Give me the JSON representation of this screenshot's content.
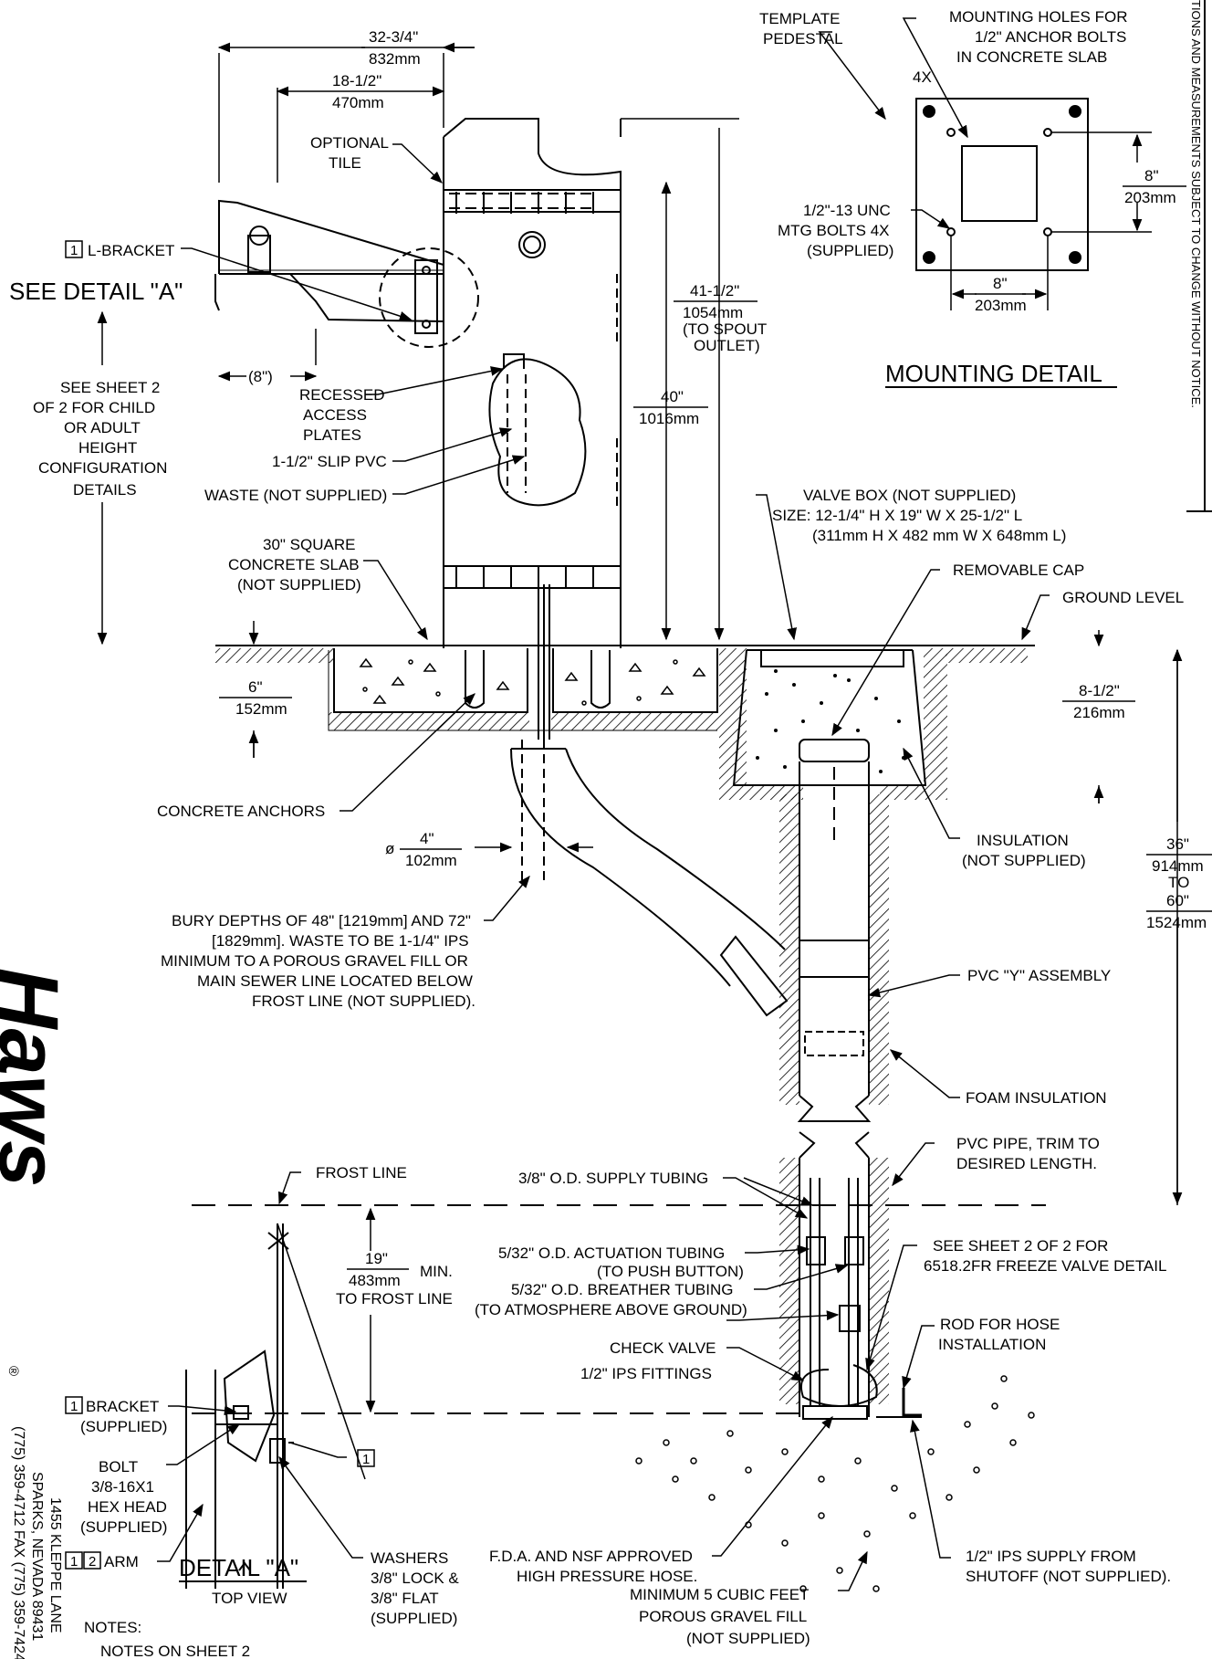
{
  "dimensions": {
    "overall_width_in": "32-3/4\"",
    "overall_width_mm": "832mm",
    "half_width_in": "18-1/2\"",
    "half_width_mm": "470mm",
    "bracket_offset": "(8\")",
    "spout_height_in": "41-1/2\"",
    "spout_height_mm": "1054mm",
    "spout_note_1": "(TO SPOUT",
    "spout_note_2": "OUTLET)",
    "top_height_in": "40\"",
    "top_height_mm": "1016mm",
    "slab_depth_in": "6\"",
    "slab_depth_mm": "152mm",
    "pipe_dia_symbol": "ø",
    "pipe_dia_in": "4\"",
    "pipe_dia_mm": "102mm",
    "box_depth_in": "8-1/2\"",
    "box_depth_mm": "216mm",
    "bury_min_in": "36\"",
    "bury_min_mm": "914mm",
    "bury_to": "TO",
    "bury_max_in": "60\"",
    "bury_max_mm": "1524mm",
    "frost_in": "19\"",
    "frost_mm": "483mm",
    "frost_min": "MIN.",
    "frost_to": "TO FROST LINE",
    "mount_v_in": "8\"",
    "mount_v_mm": "203mm",
    "mount_h_in": "8\"",
    "mount_h_mm": "203mm"
  },
  "labels": {
    "optional_tile_1": "OPTIONAL",
    "optional_tile_2": "TILE",
    "l_bracket_num": "1",
    "l_bracket": "L-BRACKET",
    "see_detail": "SEE DETAIL \"A\"",
    "see_sheet_1": "SEE SHEET 2",
    "see_sheet_2": "OF 2 FOR CHILD",
    "see_sheet_3": "OR ADULT",
    "see_sheet_4": "HEIGHT",
    "see_sheet_5": "CONFIGURATION",
    "see_sheet_6": "DETAILS",
    "recessed_1": "RECESSED",
    "recessed_2": "ACCESS",
    "recessed_3": "PLATES",
    "slip_pvc": "1-1/2\" SLIP PVC",
    "waste": "WASTE (NOT SUPPLIED)",
    "slab_1": "30\" SQUARE",
    "slab_2": "CONCRETE SLAB",
    "slab_3": "(NOT SUPPLIED)",
    "anchors": "CONCRETE ANCHORS",
    "bury_1": "BURY DEPTHS OF 48\" [1219mm] AND 72\"",
    "bury_2": "[1829mm].  WASTE TO BE 1-1/4\" IPS",
    "bury_3": "MINIMUM TO A POROUS GRAVEL FILL OR",
    "bury_4": "MAIN SEWER LINE LOCATED BELOW",
    "bury_5": "FROST LINE (NOT SUPPLIED).",
    "valve_box_1": "VALVE BOX (NOT SUPPLIED)",
    "valve_box_2": "SIZE: 12-1/4\" H X 19\" W X 25-1/2\" L",
    "valve_box_3": "(311mm H X 482 mm W X 648mm L)",
    "removable_cap": "REMOVABLE CAP",
    "ground_level": "GROUND LEVEL",
    "insulation_1": "INSULATION",
    "insulation_2": "(NOT SUPPLIED)",
    "pvc_y": "PVC \"Y\" ASSEMBLY",
    "foam": "FOAM INSULATION",
    "pvc_pipe_1": "PVC PIPE, TRIM TO",
    "pvc_pipe_2": "DESIRED LENGTH.",
    "frost_line": "FROST LINE",
    "supply_tubing": "3/8\" O.D. SUPPLY TUBING",
    "actuation_1": "5/32\" O.D. ACTUATION TUBING",
    "actuation_2": "(TO PUSH BUTTON)",
    "breather_1": "5/32\" O.D. BREATHER TUBING",
    "breather_2": "(TO ATMOSPHERE ABOVE GROUND)",
    "check_valve": "CHECK VALVE",
    "ips_fittings": "1/2\" IPS FITTINGS",
    "see_sheet_fr_1": "SEE SHEET 2 OF 2 FOR",
    "see_sheet_fr_2": "6518.2FR FREEZE VALVE DETAIL",
    "rod_1": "ROD FOR HOSE",
    "rod_2": "INSTALLATION",
    "fda_1": "F.D.A. AND NSF APPROVED",
    "fda_2": "HIGH PRESSURE HOSE.",
    "ips_supply_1": "1/2\" IPS SUPPLY FROM",
    "ips_supply_2": "SHUTOFF (NOT SUPPLIED).",
    "gravel_1": "MINIMUM 5 CUBIC FEET",
    "gravel_2": "POROUS GRAVEL FILL",
    "gravel_3": "(NOT SUPPLIED)",
    "template_1": "TEMPLATE",
    "template_2": "PEDESTAL",
    "mount_holes_1": "MOUNTING HOLES FOR",
    "mount_holes_2": "1/2\" ANCHOR BOLTS",
    "mount_holes_3": "IN CONCRETE SLAB",
    "mount_holes_4": "4X",
    "unc_1": "1/2\"-13 UNC",
    "unc_2": "MTG BOLTS 4X",
    "unc_3": "(SUPPLIED)",
    "mounting_detail": "MOUNTING DETAIL",
    "bracket_num": "1",
    "bracket_1": "BRACKET",
    "bracket_2": "(SUPPLIED)",
    "bolt_1": "BOLT",
    "bolt_2": "3/8-16X1",
    "bolt_3": "HEX HEAD",
    "bolt_4": "(SUPPLIED)",
    "arm_num_1": "1",
    "arm_num_2": "2",
    "arm": "ARM",
    "detail_a": "DETAIL \"A\"",
    "top_view": "TOP VIEW",
    "callout_1": "1",
    "washers_1": "WASHERS",
    "washers_2": "3/8\" LOCK &",
    "washers_3": "3/8\" FLAT",
    "washers_4": "(SUPPLIED)",
    "notes": "NOTES:",
    "notes_sheet": "NOTES ON SHEET 2"
  },
  "side_note": "TIONS AND MEASUREMENTS SUBJECT TO CHANGE WITHOUT NOTICE.",
  "company": {
    "logo": "Haws",
    "registered": "®",
    "address_1": "1455 KLEPPE LANE",
    "address_2": "SPARKS, NEVADA 89431",
    "address_3": "(775) 359-4712  FAX (775) 359-7424"
  }
}
